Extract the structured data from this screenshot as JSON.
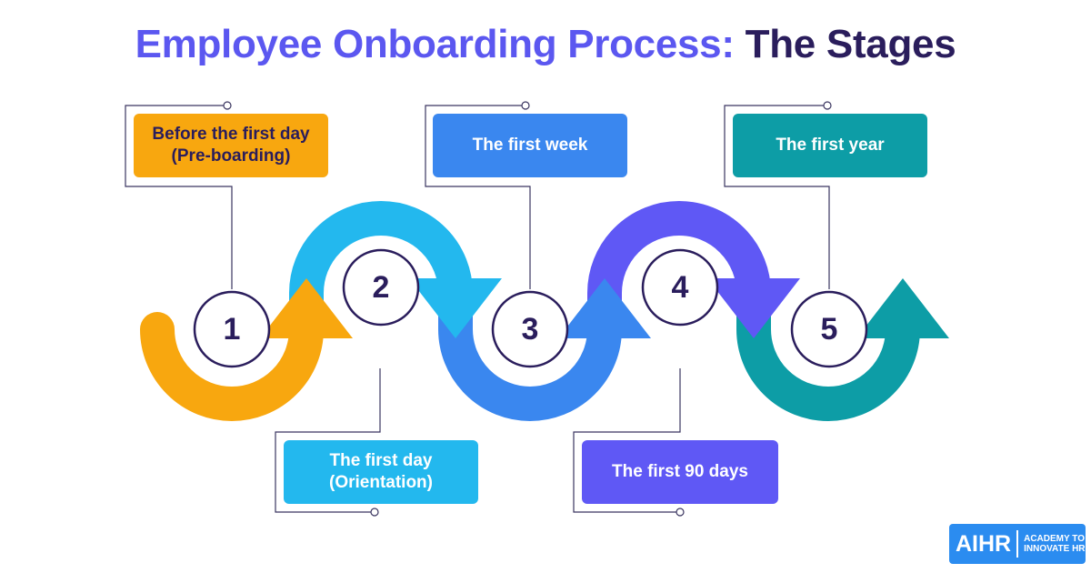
{
  "title": {
    "part1": "Employee Onboarding Process:",
    "part2": "The Stages"
  },
  "stages": [
    {
      "number": "1",
      "label": "Before the first day\n(Pre-boarding)",
      "color": "#f8a70f",
      "text_color": "#2a1d5c"
    },
    {
      "number": "2",
      "label": "The first day\n(Orientation)",
      "color": "#23b8ee",
      "text_color": "#ffffff"
    },
    {
      "number": "3",
      "label": "The first week",
      "color": "#3a87ef",
      "text_color": "#ffffff"
    },
    {
      "number": "4",
      "label": "The first 90 days",
      "color": "#5f58f5",
      "text_color": "#ffffff"
    },
    {
      "number": "5",
      "label": "The first year",
      "color": "#0d9da6",
      "text_color": "#ffffff"
    }
  ],
  "logo": {
    "brand": "AIHR",
    "tagline": "ACADEMY TO\nINNOVATE HR",
    "color": "#2b8cf0"
  }
}
